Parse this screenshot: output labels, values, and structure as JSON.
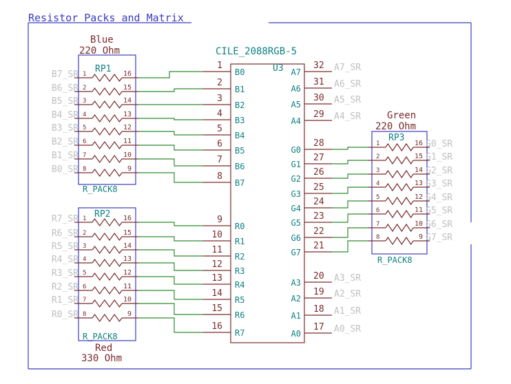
{
  "title": "Resistor Packs and Matrix",
  "colors": {
    "border": "#3b3bbf",
    "body": "#7a2a2a",
    "pin_num": "#7a2a2a",
    "pin_name": "#0f7f7f",
    "wire": "#2e8b2e",
    "net_label": "#c0c0c0",
    "ref": "#0f7f7f"
  },
  "u3": {
    "ref": "U3",
    "value": "CILE_2088RGB-5",
    "left_pins": [
      {
        "num": "1",
        "name": "B0"
      },
      {
        "num": "2",
        "name": "B1"
      },
      {
        "num": "3",
        "name": "B2"
      },
      {
        "num": "4",
        "name": "B3"
      },
      {
        "num": "5",
        "name": "B4"
      },
      {
        "num": "6",
        "name": "B5"
      },
      {
        "num": "7",
        "name": "B6"
      },
      {
        "num": "8",
        "name": "B7"
      },
      {
        "num": "9",
        "name": "R0"
      },
      {
        "num": "10",
        "name": "R1"
      },
      {
        "num": "11",
        "name": "R2"
      },
      {
        "num": "12",
        "name": "R3"
      },
      {
        "num": "13",
        "name": "R4"
      },
      {
        "num": "14",
        "name": "R5"
      },
      {
        "num": "15",
        "name": "R6"
      },
      {
        "num": "16",
        "name": "R7"
      }
    ],
    "right_pins": [
      {
        "num": "32",
        "name": "A7",
        "net": "A7_SR"
      },
      {
        "num": "31",
        "name": "A6",
        "net": "A6_SR"
      },
      {
        "num": "30",
        "name": "A5",
        "net": "A5_SR"
      },
      {
        "num": "29",
        "name": "A4",
        "net": "A4_SR"
      },
      {
        "num": "28",
        "name": "G0"
      },
      {
        "num": "27",
        "name": "G1"
      },
      {
        "num": "26",
        "name": "G2"
      },
      {
        "num": "25",
        "name": "G3"
      },
      {
        "num": "24",
        "name": "G4"
      },
      {
        "num": "23",
        "name": "G5"
      },
      {
        "num": "22",
        "name": "G6"
      },
      {
        "num": "21",
        "name": "G7"
      },
      {
        "num": "20",
        "name": "A3",
        "net": "A3_SR"
      },
      {
        "num": "19",
        "name": "A2",
        "net": "A2_SR"
      },
      {
        "num": "18",
        "name": "A1",
        "net": "A1_SR"
      },
      {
        "num": "17",
        "name": "A0",
        "net": "A0_SR"
      }
    ]
  },
  "rp1": {
    "ref": "RP1",
    "footprint": "R_PACK8",
    "group": "Blue",
    "value": "220 Ohm",
    "left_pins": [
      "1",
      "2",
      "3",
      "4",
      "5",
      "6",
      "7",
      "8"
    ],
    "right_pins": [
      "16",
      "15",
      "14",
      "13",
      "12",
      "11",
      "10",
      "9"
    ],
    "nets": [
      "B7_SR",
      "B6_SR",
      "B5_SR",
      "B4_SR",
      "B3_SR",
      "B2_SR",
      "B1_SR",
      "B0_SR"
    ]
  },
  "rp2": {
    "ref": "RP2",
    "footprint": "R_PACK8",
    "group": "Red",
    "value": "330 Ohm",
    "left_pins": [
      "1",
      "2",
      "3",
      "4",
      "5",
      "6",
      "7",
      "8"
    ],
    "right_pins": [
      "16",
      "15",
      "14",
      "13",
      "12",
      "11",
      "10",
      "9"
    ],
    "nets": [
      "R7_SR",
      "R6_SR",
      "R5_SR",
      "R4_SR",
      "R3_SR",
      "R2_SR",
      "R1_SR",
      "R0_SR"
    ]
  },
  "rp3": {
    "ref": "RP3",
    "footprint": "R_PACK8",
    "group": "Green",
    "value": "220 Ohm",
    "left_pins": [
      "1",
      "2",
      "3",
      "4",
      "5",
      "6",
      "7",
      "8"
    ],
    "right_pins": [
      "16",
      "15",
      "14",
      "13",
      "12",
      "11",
      "10",
      "9"
    ],
    "nets": [
      "G0_SR",
      "G1_SR",
      "G2_SR",
      "G3_SR",
      "G4_SR",
      "G5_SR",
      "G6_SR",
      "G7_SR"
    ]
  }
}
